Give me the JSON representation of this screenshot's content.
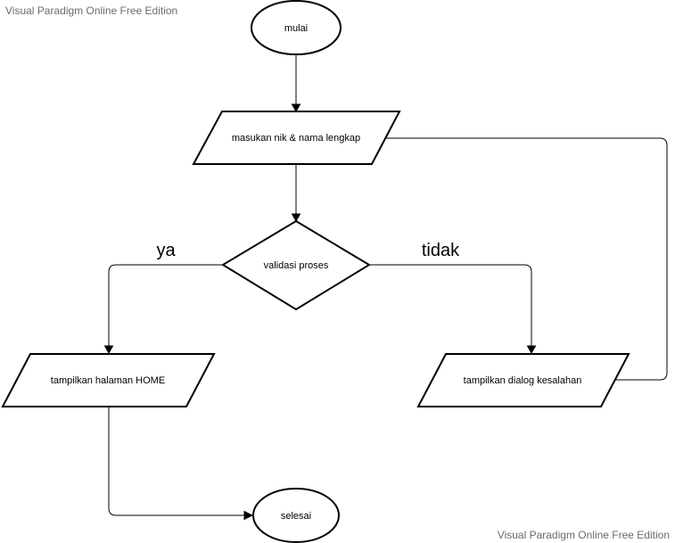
{
  "watermark": {
    "top": "Visual Paradigm Online Free Edition",
    "bottom": "Visual Paradigm Online Free Edition"
  },
  "nodes": {
    "start": {
      "label": "mulai",
      "shape": "ellipse"
    },
    "input": {
      "label": "masukan nik & nama lengkap",
      "shape": "parallelogram"
    },
    "decision": {
      "label": "validasi proses",
      "shape": "diamond"
    },
    "home": {
      "label": "tampilkan halaman HOME",
      "shape": "parallelogram"
    },
    "error": {
      "label": "tampilkan dialog kesalahan",
      "shape": "parallelogram"
    },
    "end": {
      "label": "selesai",
      "shape": "ellipse"
    }
  },
  "edges": {
    "yes_label": "ya",
    "no_label": "tidak"
  },
  "colors": {
    "stroke": "#000000",
    "fill": "#ffffff",
    "watermark": "#6b6b6b"
  }
}
